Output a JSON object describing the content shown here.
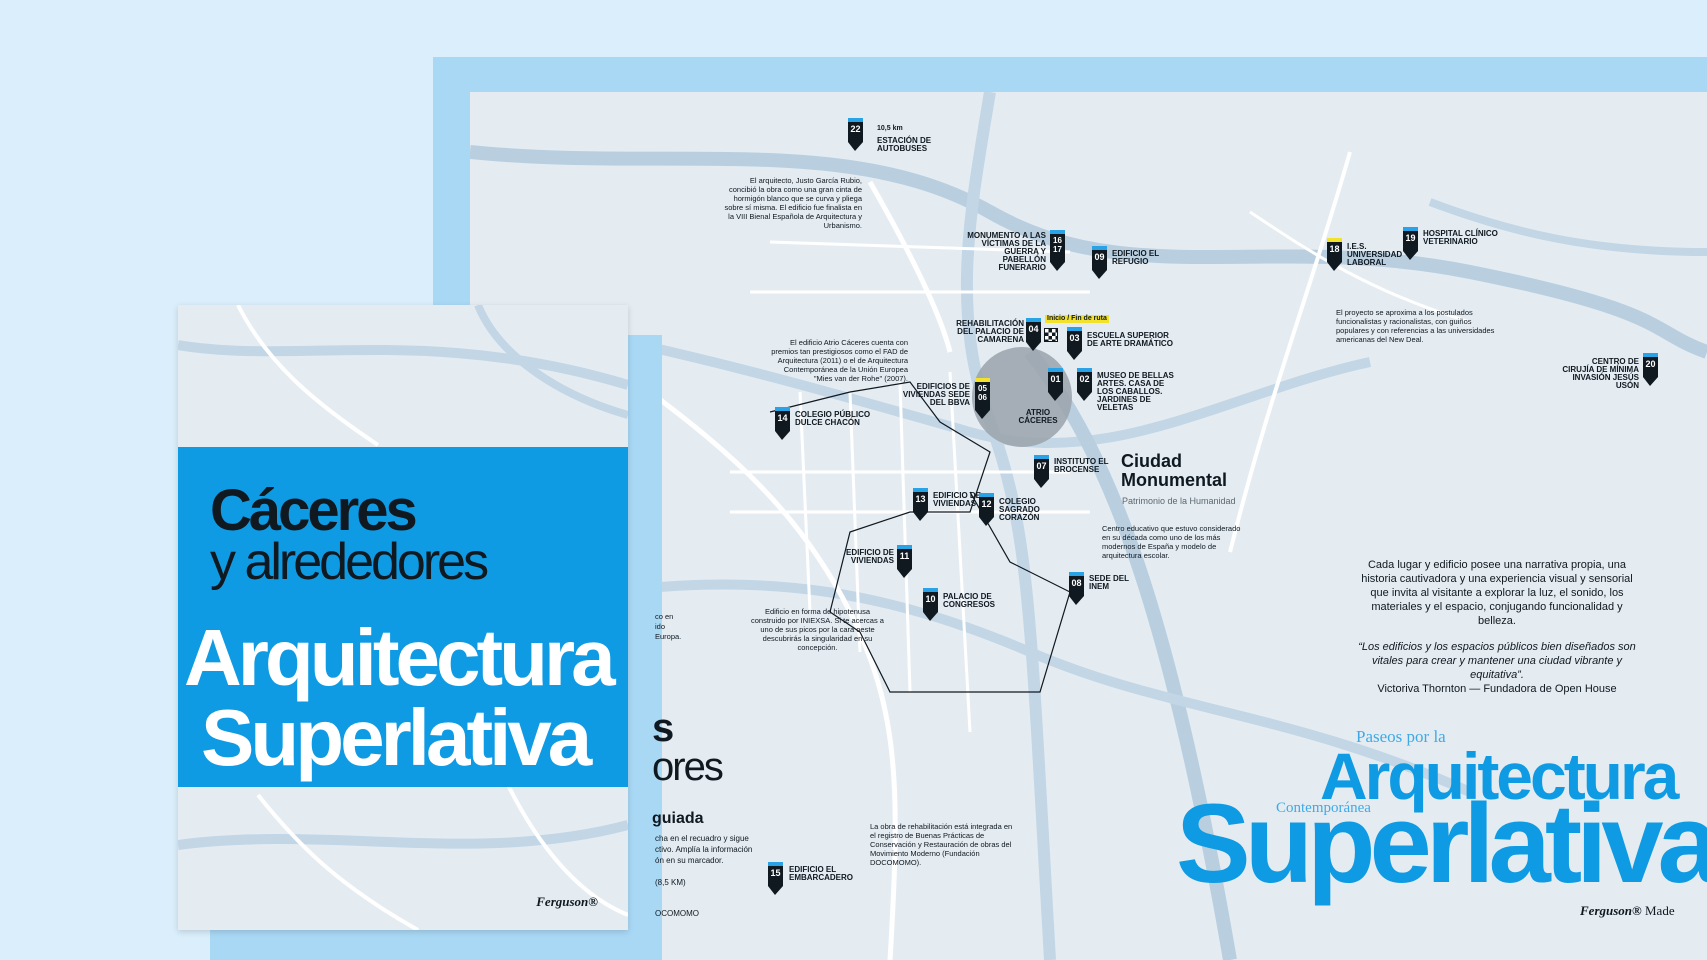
{
  "cover": {
    "city": "Cáceres",
    "subtitle": "y alrededores",
    "title_line1": "Arquitectura",
    "title_line2": "Superlativa",
    "brand": "Ferguson®"
  },
  "map": {
    "pins": [
      {
        "num": "22",
        "label": "ESTACIÓN DE AUTOBUSES"
      },
      {
        "num": "16 17",
        "label": "MONUMENTO A LAS VÍCTIMAS DE LA GUERRA Y PABELLÓN FUNERARIO"
      },
      {
        "num": "09",
        "label": "EDIFICIO EL REFUGIO"
      },
      {
        "num": "04",
        "label": "REHABILITACIÓN DEL PALACIO DE CAMARENA"
      },
      {
        "num": "03",
        "label": "ESCUELA SUPERIOR DE ARTE DRAMÁTICO"
      },
      {
        "num": "01",
        "label": "ATRIO CÁCERES"
      },
      {
        "num": "02",
        "label": "MUSEO DE BELLAS ARTES. CASA DE LOS CABALLOS. JARDINES DE VELETAS"
      },
      {
        "num": "05 06",
        "label": "EDIFICIOS DE VIVIENDAS SEDE DEL BBVA"
      },
      {
        "num": "14",
        "label": "COLEGIO PÚBLICO DULCE CHACÓN"
      },
      {
        "num": "07",
        "label": "INSTITUTO EL BROCENSE"
      },
      {
        "num": "13",
        "label": "EDIFICIO DE VIVIENDAS"
      },
      {
        "num": "12",
        "label": "COLEGIO SAGRADO CORAZÓN"
      },
      {
        "num": "11",
        "label": "EDIFICIO DE VIVIENDAS"
      },
      {
        "num": "10",
        "label": "PALACIO DE CONGRESOS"
      },
      {
        "num": "08",
        "label": "SEDE DEL INEM"
      },
      {
        "num": "15",
        "label": "EDIFICIO EL EMBARCADERO"
      },
      {
        "num": "18",
        "label": "I.E.S. UNIVERSIDAD LABORAL"
      },
      {
        "num": "19",
        "label": "HOSPITAL CLÍNICO VETERINARIO"
      },
      {
        "num": "20",
        "label": "CENTRO DE CIRUJÍA DE MÍNIMA INVASIÓN JESÚS USÓN"
      }
    ],
    "distance": "10,5 km",
    "route_start": "Inicio / Fin de ruta",
    "notes": {
      "garcia_rubio": "El arquitecto, Justo García Rubio, concibió la obra como una gran cinta de hormigón blanco que se curva y pliega sobre sí misma. El edificio fue finalista en la VIII Bienal Española de Arquitectura y Urbanismo.",
      "atrio": "El edificio Atrio Cáceres cuenta con premios tan prestigiosos como el FAD de Arquitectura (2011) o el de Arquitectura Contemporánea de la Unión Europea \"Mies van der Rohe\" (2007).",
      "universidad": "El proyecto se aproxima a los postulados funcionalistas y racionalistas, con guiños populares y con referencias a las universidades americanas del New Deal.",
      "brocense": "Centro educativo que estuvo considerado en su década como uno de los más modernos de España y modelo de arquitectura escolar.",
      "congresos": "Edificio en forma de hipotenusa construido por INIEXSA. Si te acercas a uno de sus picos por la cara oeste descubrirás la singularidad en su concepción.",
      "embarcadero": "La obra de rehabilitación está integrada en el registro de Buenas Prácticas de Conservación y Restauración de obras del Movimiento Moderno (Fundación DOCOMOMO)."
    },
    "monumental_title": "Ciudad Monumental",
    "monumental_sub": "Patrimonio de la Humanidad",
    "partials": {
      "p1": "co en",
      "p2": "ido",
      "p3": "Europa.",
      "p4": "s",
      "p5": "ores",
      "p6": "guiada",
      "p7": "cha en el recuadro y sigue",
      "p8": "ctivo. Amplía la información",
      "p9": "ón en su marcador.",
      "p10": "(8,5 KM)",
      "p11": "OCOMOMO"
    }
  },
  "poster": {
    "tagline": "Cada lugar y edificio posee una narrativa propia, una historia cautivadora y una experiencia visual y sensorial que invita al visitante a explorar la luz, el sonido, los materiales y el espacio, conjugando funcionalidad y belleza.",
    "quote": "“Los edificios y los espacios públicos bien diseñados son vitales para crear y mantener una ciudad vibrante y equitativa”.",
    "quote_author": "Victoriva Thornton — Fundadora de Open House",
    "paseos": "Paseos por la",
    "title_line1": "Arquitectura",
    "contemporanea": "Contemporánea",
    "title_line2": "Superlativa",
    "brand": "Ferguson®",
    "brand_suffix": "Made"
  }
}
